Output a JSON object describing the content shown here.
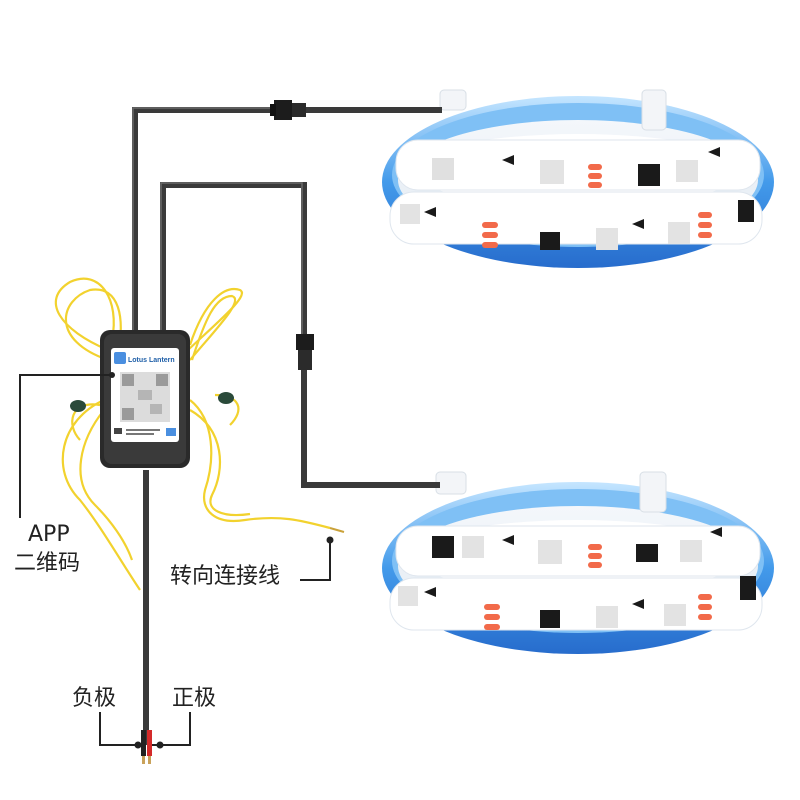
{
  "labels": {
    "app_qr_line1": "APP",
    "app_qr_line2": "二维码",
    "turn_wire": "转向连接线",
    "negative": "负极",
    "positive": "正极"
  },
  "controller": {
    "brand": "Lotus Lantern"
  },
  "colors": {
    "cable": "#3a3a3a",
    "yellow_wire": "#f2d22e",
    "strip_glow": "#2e8fe8",
    "led_pad": "#f26a4a",
    "chip": "#1a1a1a"
  }
}
